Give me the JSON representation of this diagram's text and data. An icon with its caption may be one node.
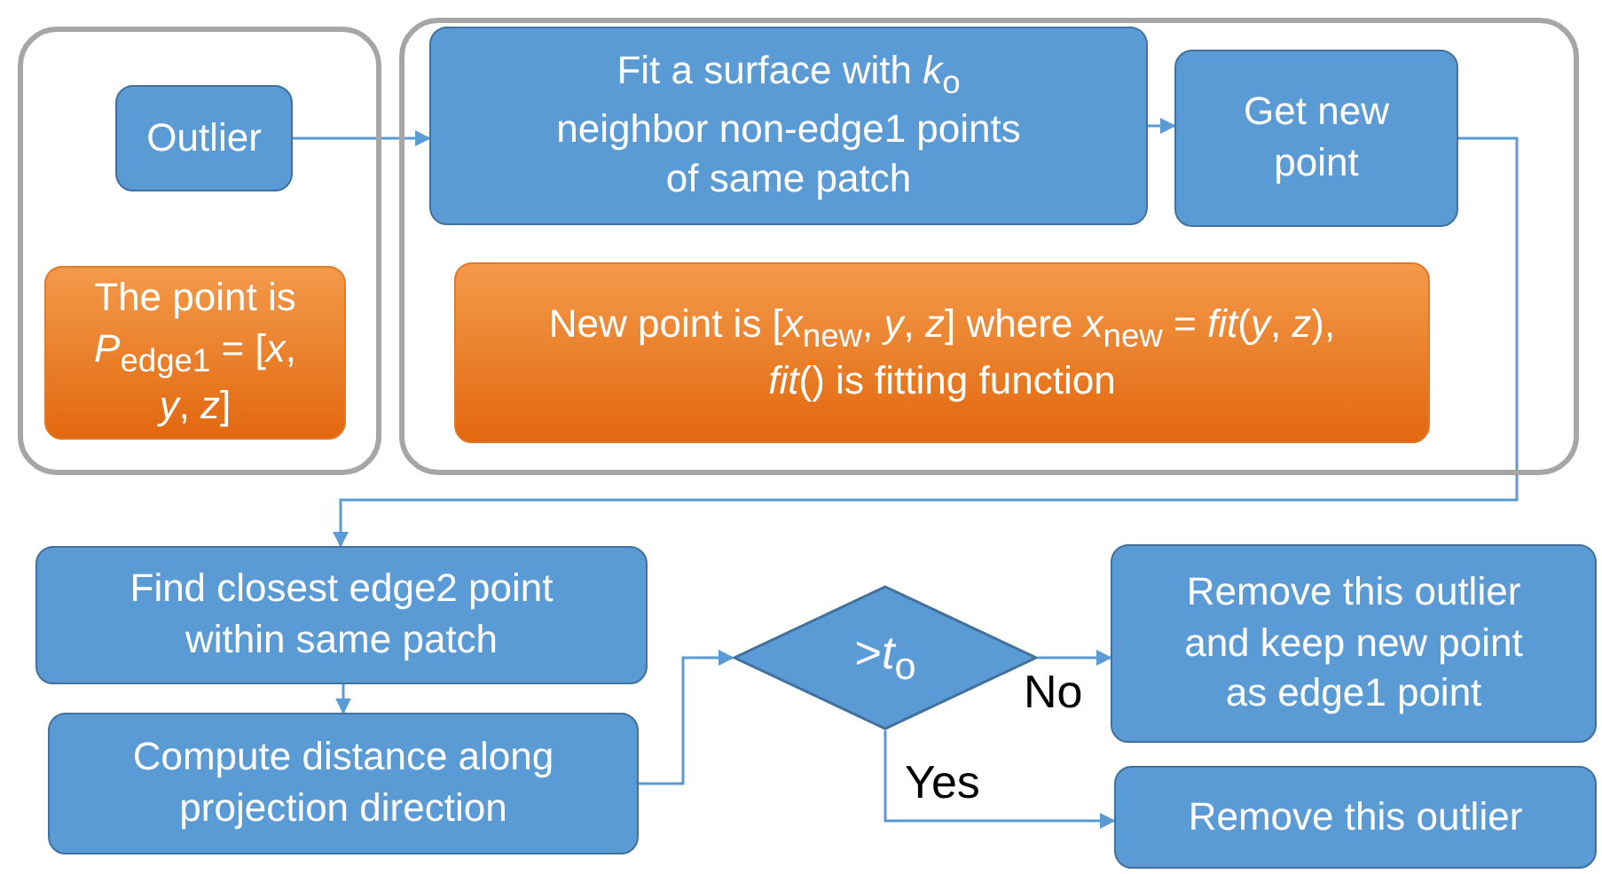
{
  "diagram": {
    "nodes": [
      {
        "text": [],
        "shape": "box"
      },
      {
        "text": [
          "Outlier"
        ],
        "in": 0
      },
      {
        "text": [
          "The point is *P*$_{edge1}$ = [*x*, *y*, *z*]"
        ],
        "in": 0
      },
      {
        "text": [],
        "shape": "box"
      },
      {
        "text": [
          "Fit a surface with *k*$_{o}$ neighbor non-edge1 points of same patch"
        ],
        "in": 3
      },
      {
        "text": [
          "Get new point"
        ],
        "in": 3
      },
      {
        "text": [
          "New point is [*x*$_{new}$, *y*, *z*] where *x*$_{new}$ = *fit*(*y*, *z*), *fit*() is fitting function"
        ],
        "in": 3
      },
      {
        "text": [
          "Find closest edge2 point within same patch"
        ]
      },
      {
        "text": [
          "Compute distance along projection direction"
        ]
      },
      {
        "text": [
          ">*t*$_{o}$"
        ]
      },
      {
        "text": [
          "Remove this outlier and keep new point as edge1 point"
        ]
      },
      {
        "text": [
          "Remove this outlier"
        ]
      }
    ],
    "edges": [
      {
        "from": 1,
        "to": 4,
        "arrow": "to"
      },
      {
        "from": 4,
        "to": 5,
        "arrow": "to"
      },
      {
        "from": 5,
        "to": 7,
        "arrow": "to"
      },
      {
        "from": 7,
        "to": 8,
        "arrow": "to"
      },
      {
        "from": 8,
        "to": 9,
        "arrow": "to"
      },
      {
        "from": 9,
        "to": 10,
        "arrow": "to",
        "label": "No"
      },
      {
        "from": 9,
        "to": 11,
        "arrow": "to",
        "label": "Yes"
      }
    ]
  }
}
